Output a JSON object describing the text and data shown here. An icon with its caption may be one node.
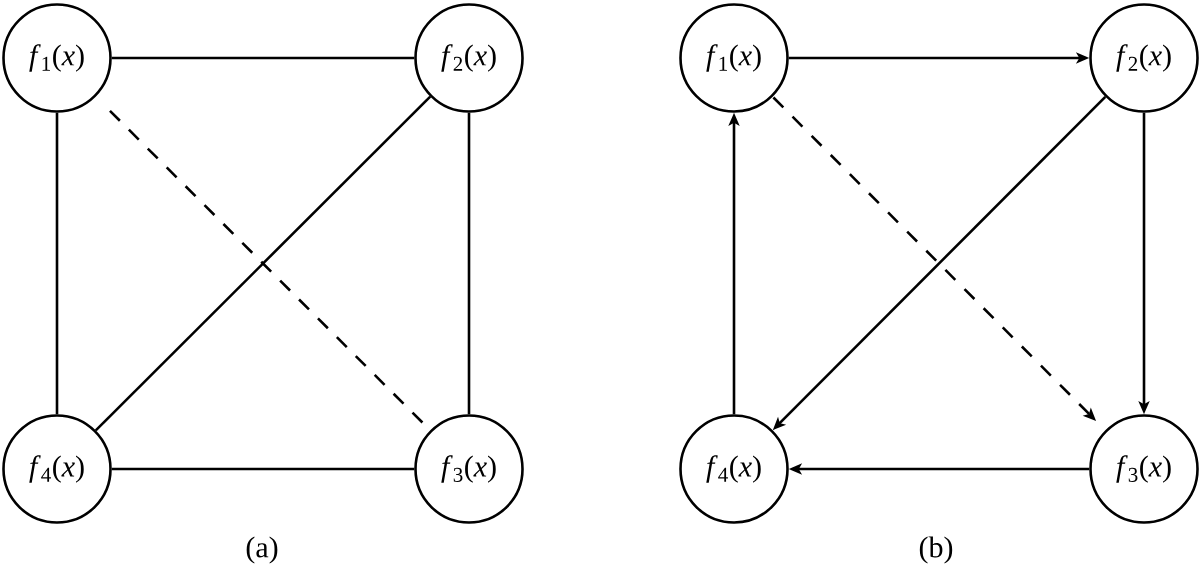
{
  "diagram": {
    "nodes": [
      {
        "text": [
          "*f*$_{1}$(*x*)"
        ]
      },
      {
        "text": [
          "*f*$_{2}$(*x*)"
        ]
      },
      {
        "text": [
          "*f*$_{4}$(*x*)"
        ]
      },
      {
        "text": [
          "*f*$_{3}$(*x*)"
        ]
      },
      {
        "text": [
          "*f*$_{1}$(*x*)"
        ]
      },
      {
        "text": [
          "*f*$_{2}$(*x*)"
        ]
      },
      {
        "text": [
          "*f*$_{4}$(*x*)"
        ]
      },
      {
        "text": [
          "*f*$_{3}$(*x*)"
        ]
      }
    ],
    "edges": [
      {
        "from": 0,
        "to": 1,
        "arrow": "none"
      },
      {
        "from": 0,
        "to": 2,
        "arrow": "none"
      },
      {
        "from": 1,
        "to": 2,
        "arrow": "none"
      },
      {
        "from": 1,
        "to": 3,
        "arrow": "none"
      },
      {
        "from": 2,
        "to": 3,
        "arrow": "none"
      },
      {
        "from": 0,
        "to": 3,
        "arrow": "none",
        "style": "dashed"
      },
      {
        "from": 4,
        "to": 5,
        "arrow": "to"
      },
      {
        "from": 6,
        "to": 4,
        "arrow": "to"
      },
      {
        "from": 5,
        "to": 6,
        "arrow": "to"
      },
      {
        "from": 5,
        "to": 7,
        "arrow": "to"
      },
      {
        "from": 7,
        "to": 6,
        "arrow": "to"
      },
      {
        "from": 4,
        "to": 7,
        "arrow": "to",
        "style": "dashed"
      }
    ],
    "labels": [
      "(a)",
      "(b)"
    ]
  }
}
